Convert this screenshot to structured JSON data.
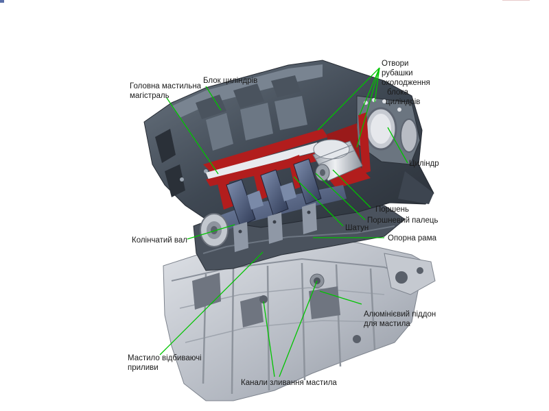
{
  "diagram": {
    "labels": {
      "main_oil_gallery": [
        "Головна мастильна",
        "магістраль"
      ],
      "cylinder_block": "Блок циліндрів",
      "coolant_openings": [
        "Отвори",
        "рубашки",
        "охолодження",
        "блока",
        "циліндрів"
      ],
      "cylinder": "Циліндр",
      "piston": "Поршень",
      "piston_pin": "Поршневий палець",
      "connecting_rod": "Шатун",
      "crankshaft": "Колінчатий вал",
      "bedplate": "Опорна рама",
      "aluminium_oil_pan": [
        "Алюмінієвий піддон",
        "для мастила"
      ],
      "oil_baffles": [
        "Мастило відбиваючі",
        "приливи"
      ],
      "oil_drain_channels": "Канали зливання мастила"
    },
    "colors": {
      "leader_line": "#00c400",
      "block_dark": "#3b4450",
      "block_mid": "#5d6773",
      "oil_pan": "#b9bec6",
      "cutaway_red": "#b21d1d",
      "crank_blue": "#4a5a7c",
      "piston_silver": "#d7dbe0"
    }
  }
}
